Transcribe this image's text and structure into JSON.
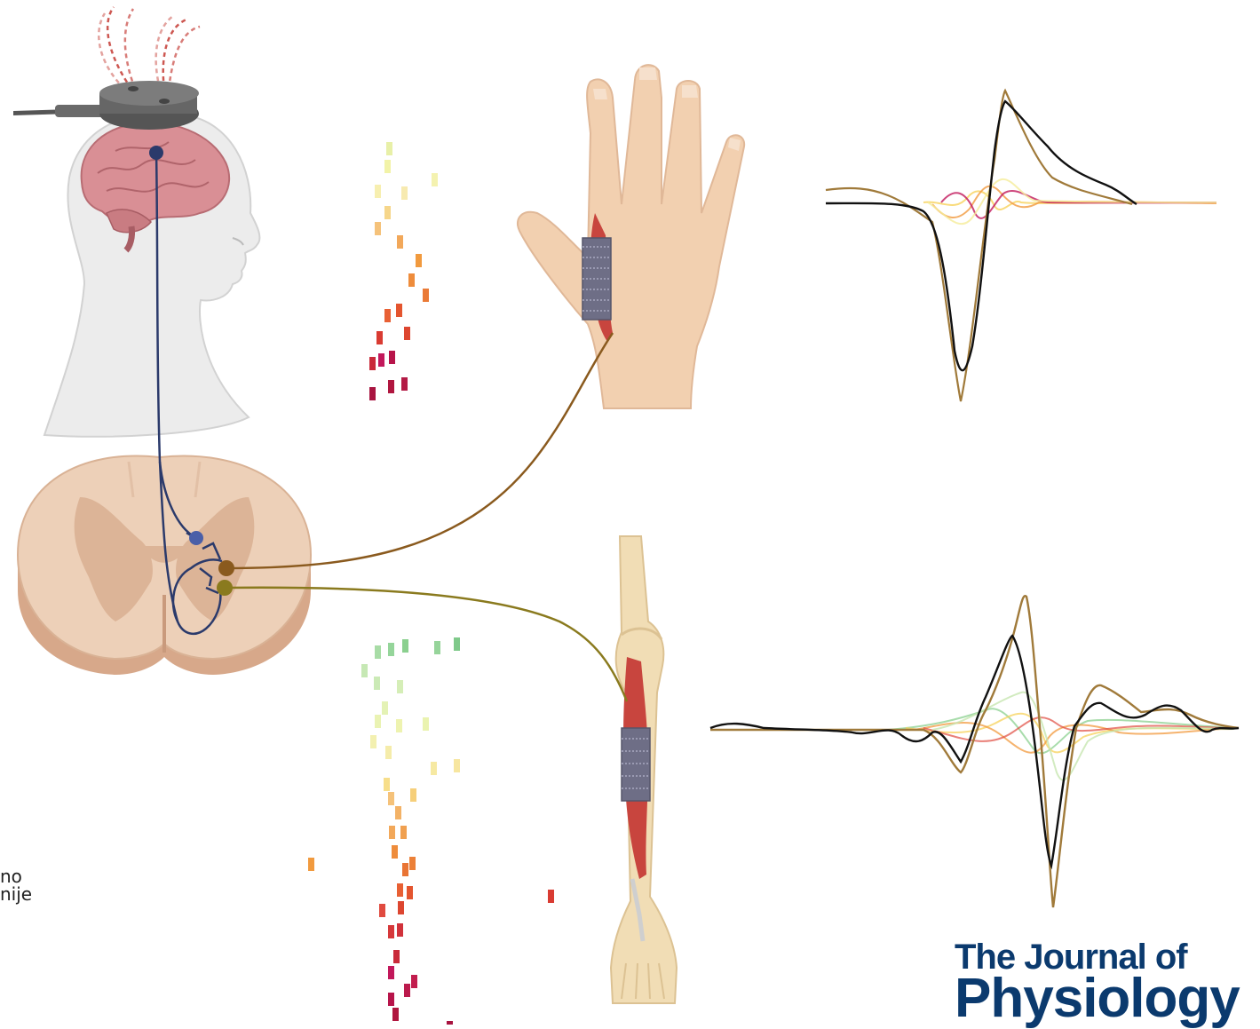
{
  "journal": {
    "line1": "The Journal of",
    "line2": "Physiology"
  },
  "cut_text": {
    "line1": "no",
    "line2": "nije"
  },
  "colors": {
    "motor_pathway": "#2b3a6b",
    "hand_nerve": "#8a5a1e",
    "leg_nerve": "#8a7a1e",
    "brain": "#d98f95",
    "spinal_cord": "#e8c3a8",
    "coil": "#5a5a5a",
    "trace_black": "#111111",
    "trace_brown": "#a07a3a",
    "journal_blue": "#0b3a6e"
  },
  "icons": [
    "tms-coil-icon",
    "head-icon",
    "brain-icon",
    "spinal-cord-icon",
    "hand-icon",
    "leg-icon"
  ]
}
